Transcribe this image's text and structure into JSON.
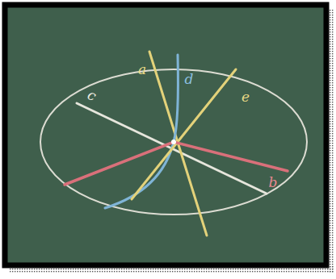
{
  "diagram": {
    "labels": [
      "c",
      "a",
      "d",
      "e",
      "b"
    ]
  }
}
